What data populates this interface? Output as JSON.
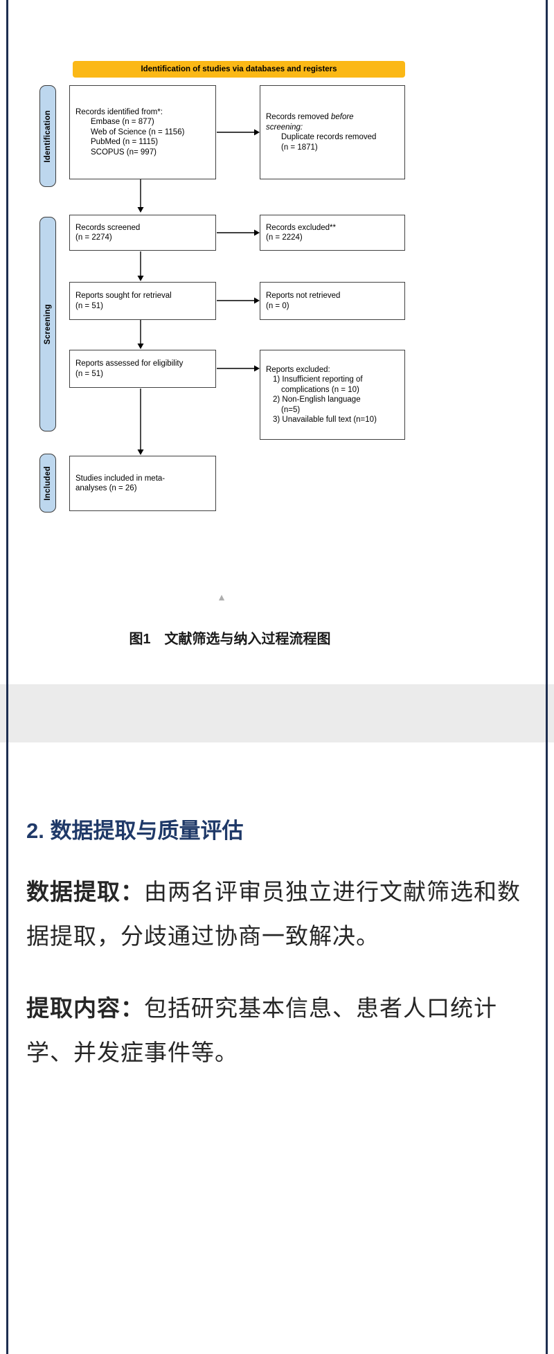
{
  "page": {
    "border_color": "#1d2e50",
    "band_color": "#ebebeb"
  },
  "flowchart": {
    "header": "Identification of studies via databases and registers",
    "colors": {
      "header_bg": "#FBB816",
      "stage_bg": "#BDD7EE"
    },
    "stages": {
      "identification": "Identification",
      "screening": "Screening",
      "included": "Included"
    },
    "boxes": {
      "identified": {
        "title": "Records identified from*:",
        "items": [
          "Embase (n = 877)",
          "Web of Science (n = 1156)",
          "PubMed (n = 1115)",
          "SCOPUS (n= 997)"
        ]
      },
      "removed": {
        "prefix": "Records removed ",
        "italic_word": "before",
        "italic_line": "screening:",
        "item": "Duplicate records removed",
        "count": "(n = 1871)"
      },
      "screened": {
        "line1": "Records screened",
        "line2": "(n = 2274)"
      },
      "excluded": {
        "line1": "Records excluded**",
        "line2": "(n = 2224)"
      },
      "sought": {
        "line1": "Reports sought for retrieval",
        "line2": "(n = 51)"
      },
      "not_retrieved": {
        "line1": "Reports not retrieved",
        "line2": "(n = 0)"
      },
      "assessed": {
        "line1": "Reports assessed for eligibility",
        "line2": "(n = 51)"
      },
      "reports_excluded": {
        "title": "Reports excluded:",
        "lines": [
          "1) Insufficient reporting of",
          "complications (n = 10)",
          "2) Non-English language",
          "(n=5)",
          "3) Unavailable full text (n=10)"
        ]
      },
      "included_studies": {
        "line1": "Studies included in meta-",
        "line2": "analyses (n = 26)"
      }
    }
  },
  "figure": {
    "collapse_marker": "▲",
    "caption": "图1　文献筛选与纳入过程流程图"
  },
  "section": {
    "heading": "2. 数据提取与质量评估",
    "paragraphs": [
      {
        "label": "数据提取：",
        "text": "由两名评审员独立进行文献筛选和数据提取，分歧通过协商一致解决。"
      },
      {
        "label": "提取内容：",
        "text": "包括研究基本信息、患者人口统计学、并发症事件等。"
      }
    ]
  }
}
